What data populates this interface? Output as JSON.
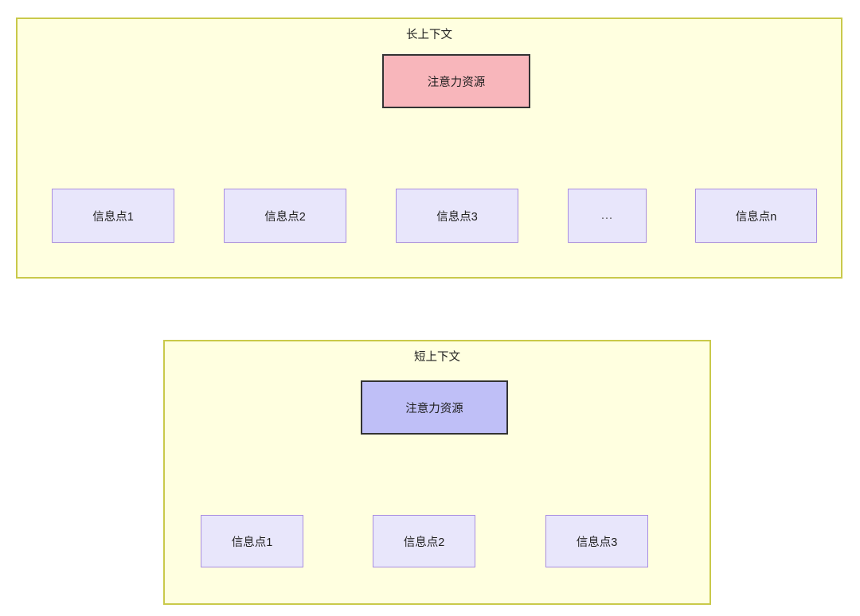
{
  "diagram": {
    "title_hidden": "",
    "colors": {
      "panel_fill": "#FFFFE0",
      "panel_border": "#C9C94A",
      "root_long_fill": "#F8B6BB",
      "root_short_fill": "#BFBFF7",
      "root_border": "#333333",
      "leaf_fill": "#E8E6FB",
      "leaf_border": "#A98EE0",
      "edge_stroke": "#333333",
      "text": "#1f1f1f"
    },
    "panels": [
      {
        "id": "long-context",
        "title": "长上下文",
        "root": {
          "label": "注意力资源"
        },
        "leaves": [
          {
            "label": "信息点1"
          },
          {
            "label": "信息点2"
          },
          {
            "label": "信息点3"
          },
          {
            "label": "..."
          },
          {
            "label": "信息点n"
          }
        ]
      },
      {
        "id": "short-context",
        "title": "短上下文",
        "root": {
          "label": "注意力资源"
        },
        "leaves": [
          {
            "label": "信息点1"
          },
          {
            "label": "信息点2"
          },
          {
            "label": "信息点3"
          }
        ]
      }
    ]
  }
}
